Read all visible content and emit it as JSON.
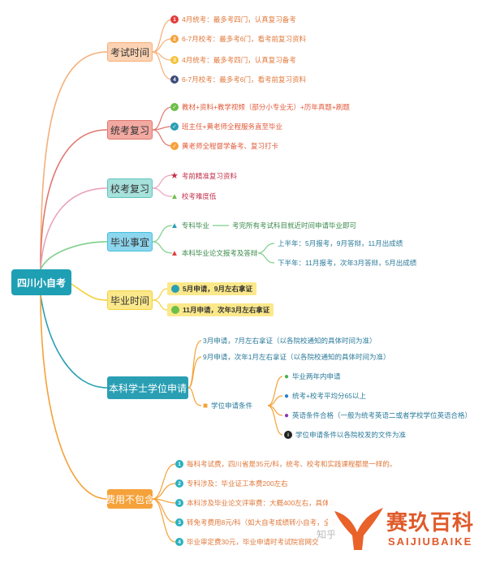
{
  "root": "四川小自考",
  "branches": {
    "exam_time": {
      "label": "考试时间",
      "items": [
        {
          "num": "1",
          "text": "4月统考：最多考四门，认真复习备考"
        },
        {
          "num": "2",
          "text": "6-7月校考：最多考6门，看考前复习资料"
        },
        {
          "num": "3",
          "text": "4月统考：最多考四门，认真复习备考"
        },
        {
          "num": "4",
          "text": "6-7月校考：最多考6门，看考前复习资料"
        }
      ]
    },
    "unified_review": {
      "label": "统考复习",
      "items": [
        "教材+资料+教学视频（部分小专业无）+历年真题+刷题",
        "班主任+黄老师全程服务直至毕业",
        "黄老师全程督学备考、复习打卡"
      ]
    },
    "school_review": {
      "label": "校考复习",
      "items": [
        "考前精准复习资料",
        "校考难度低"
      ]
    },
    "graduation": {
      "label": "毕业事宜",
      "junior": "专科毕业",
      "junior_detail": "考完所有考试科目就近时间申请毕业即可",
      "bachelor": "本科毕业论文报考及答辩",
      "first_half": "上半年：5月报考，9月答辩，11月出成绩",
      "second_half": "下半年：11月报考，次年3月答辩，5月出成绩"
    },
    "grad_time": {
      "label": "毕业时间",
      "items": [
        "5月申请，9月左右拿证",
        "11月申请，次年3月左右拿证"
      ]
    },
    "degree": {
      "label": "本科学士学位申请",
      "items": [
        "3月申请，7月左右拿证（以各院校通知的具体时间为准）",
        "9月申请，次年1月左右拿证（以各院校通知的具体时间为准）"
      ],
      "conditions_label": "学位申请条件",
      "conditions": [
        "毕业两年内申请",
        "统考+校考平均分65以上",
        "英语条件合格（一般为统考英语二或者学校学位英语合格）",
        "学位申请条件以各院校发的文件为准"
      ]
    },
    "fees": {
      "label": "费用不包含",
      "items": [
        {
          "num": "1",
          "text": "每科考试费，四川省是35元/科，统考、校考和实践课程都是一样的。"
        },
        {
          "num": "2",
          "text": "专科涉及：毕业证工本费200左右"
        },
        {
          "num": "3",
          "text": "本科涉及毕业论文评审费：大概400左右，具体以"
        },
        {
          "num": "3",
          "text": "转免考费用8元/科（如大自考成绩转小自考，全国"
        },
        {
          "num": "4",
          "text": "毕业审定费30元，毕业申请时考试院官网交"
        }
      ]
    }
  },
  "watermark": {
    "cn": "赛玖百科",
    "en": "SAIJIUBAIKE",
    "zhihu": "知乎"
  },
  "colors": {
    "root": "#1e9fb4",
    "exam": "#f5b07a",
    "unified": "#e0786f",
    "school": "#5ec4c0",
    "grad": "#45c0e0",
    "gtime": "#f5d13a",
    "degree": "#2a9fb4",
    "fees": "#f5a23a"
  }
}
